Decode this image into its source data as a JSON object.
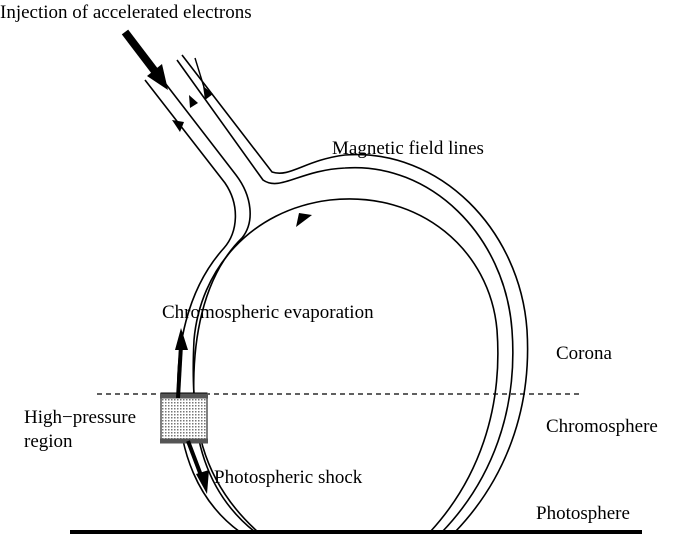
{
  "labels": {
    "injection": "Injection of accelerated electrons",
    "field_lines": "Magnetic field lines",
    "evaporation": "Chromospheric evaporation",
    "corona": "Corona",
    "high_pressure_line1": "High−pressure",
    "high_pressure_line2": "region",
    "chromosphere": "Chromosphere",
    "shock": "Photospheric shock",
    "photosphere": "Photosphere"
  },
  "colors": {
    "ink": "#000000",
    "background": "#ffffff",
    "region_fill": "#c8c8c8"
  }
}
